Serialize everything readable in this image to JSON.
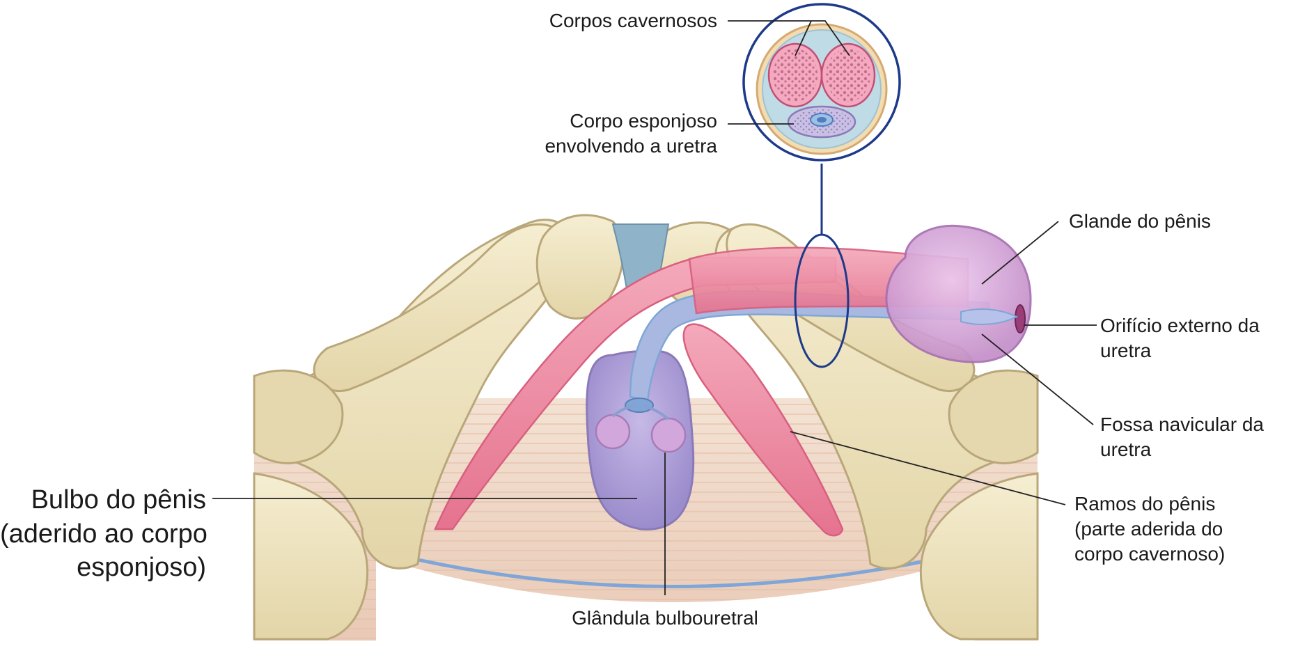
{
  "labels": {
    "corpos_cavernosos": "Corpos cavernosos",
    "corpo_esponjoso": [
      "Corpo esponjoso",
      "envolvendo a uretra"
    ],
    "glande": "Glande do pênis",
    "orificio": [
      "Orifício externo da",
      "uretra"
    ],
    "fossa": [
      "Fossa navicular da",
      "uretra"
    ],
    "ramos": [
      "Ramos do pênis",
      "(parte aderida do",
      "corpo cavernoso)"
    ],
    "bulbo": [
      "Bulbo do pênis",
      "(aderido ao corpo",
      "esponjoso)"
    ],
    "glandula": "Glândula bulbouretral"
  },
  "colors": {
    "bone": "#ede3c0",
    "bone_edge": "#b9a77a",
    "muscle": "#f0d8c8",
    "cavernous": "#ee8fa6",
    "spongy": "#a9a0d4",
    "glans": "#d7a9d8",
    "urethra": "#7fa6d6",
    "cartilage": "#8fb3c8",
    "leader": "#222222",
    "ring": "#1d3a8a"
  }
}
